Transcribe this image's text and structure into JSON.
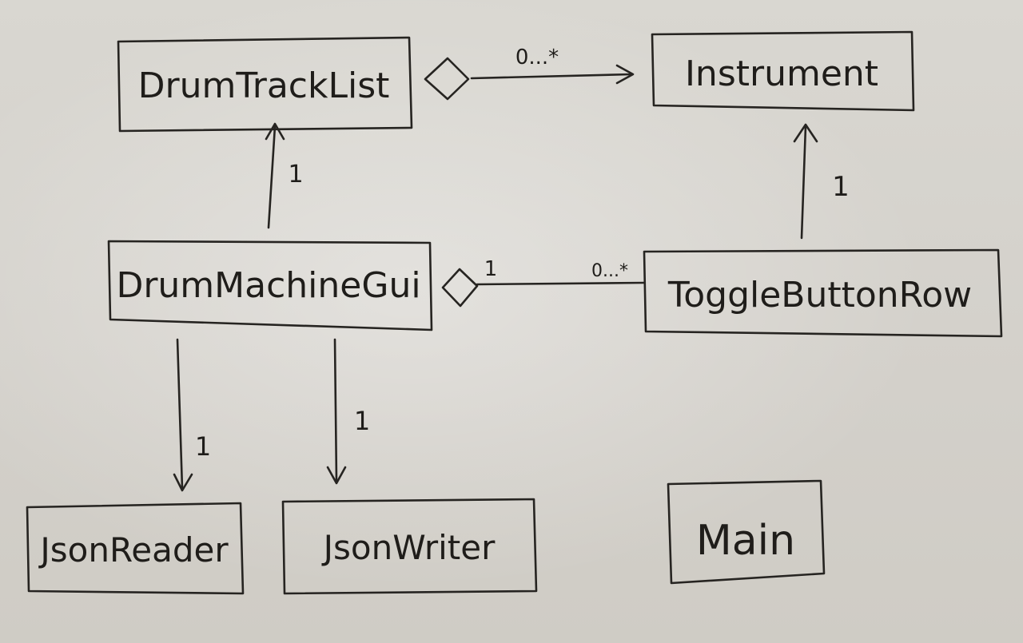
{
  "diagram": {
    "classes": {
      "drum_track_list": "DrumTrackList",
      "instrument": "Instrument",
      "drum_machine_gui": "DrumMachineGui",
      "toggle_button_row": "ToggleButtonRow",
      "json_reader": "JsonReader",
      "json_writer": "JsonWriter",
      "main": "Main"
    },
    "multiplicities": {
      "tracklist_to_instrument": "0...*",
      "gui_to_tracklist": "1",
      "togglerow_to_instrument": "1",
      "gui_row_gui_end": "1",
      "gui_row_row_end": "0...*",
      "gui_to_reader": "1",
      "gui_to_writer": "1"
    },
    "colors": {
      "ink": "#262421",
      "paper": "#d6d3cd"
    }
  }
}
